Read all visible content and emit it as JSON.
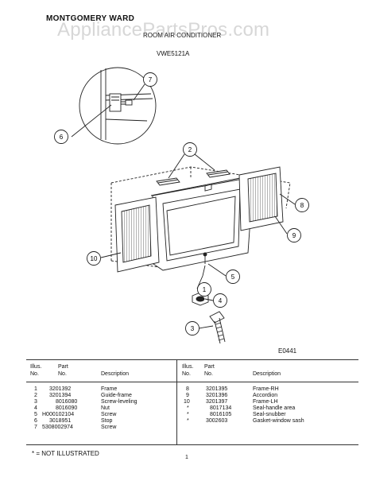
{
  "header": {
    "brand": "MONTGOMERY WARD",
    "product": "ROOM AIR CONDITIONER",
    "model": "VWE5121A"
  },
  "watermark": "AppliancePartsPros.com",
  "diagram": {
    "code": "E0441",
    "callouts": [
      "1",
      "2",
      "3",
      "4",
      "5",
      "6",
      "7",
      "8",
      "9",
      "10"
    ]
  },
  "table": {
    "headers": {
      "illus": "Illus.",
      "no": "No.",
      "part": "Part",
      "part_no": "No.",
      "description": "Description"
    },
    "left_rows": [
      {
        "illus": "1",
        "part": "3201392",
        "desc": "Frame"
      },
      {
        "illus": "2",
        "part": "3201394",
        "desc": "Guide-frame"
      },
      {
        "illus": "3",
        "part": "8016080",
        "desc": "Screw-leveling"
      },
      {
        "illus": "4",
        "part": "8016090",
        "desc": "Nut"
      },
      {
        "illus": "5",
        "part": "H000102104",
        "desc": "Screw"
      },
      {
        "illus": "6",
        "part": "3018951",
        "desc": "Stop"
      },
      {
        "illus": "7",
        "part": "5308002974",
        "desc": "Screw"
      }
    ],
    "right_rows": [
      {
        "illus": "8",
        "part": "3201395",
        "desc": "Frame-RH"
      },
      {
        "illus": "9",
        "part": "3201396",
        "desc": "Accordion"
      },
      {
        "illus": "10",
        "part": "3201397",
        "desc": "Frame-LH"
      },
      {
        "illus": "*",
        "part": "8017134",
        "desc": "Seal-handle area"
      },
      {
        "illus": "*",
        "part": "8016105",
        "desc": "Seal-snubber"
      },
      {
        "illus": "*",
        "part": "3002603",
        "desc": "Gasket-window sash"
      }
    ]
  },
  "footer": {
    "note": "* = NOT ILLUSTRATED",
    "page": "1"
  }
}
